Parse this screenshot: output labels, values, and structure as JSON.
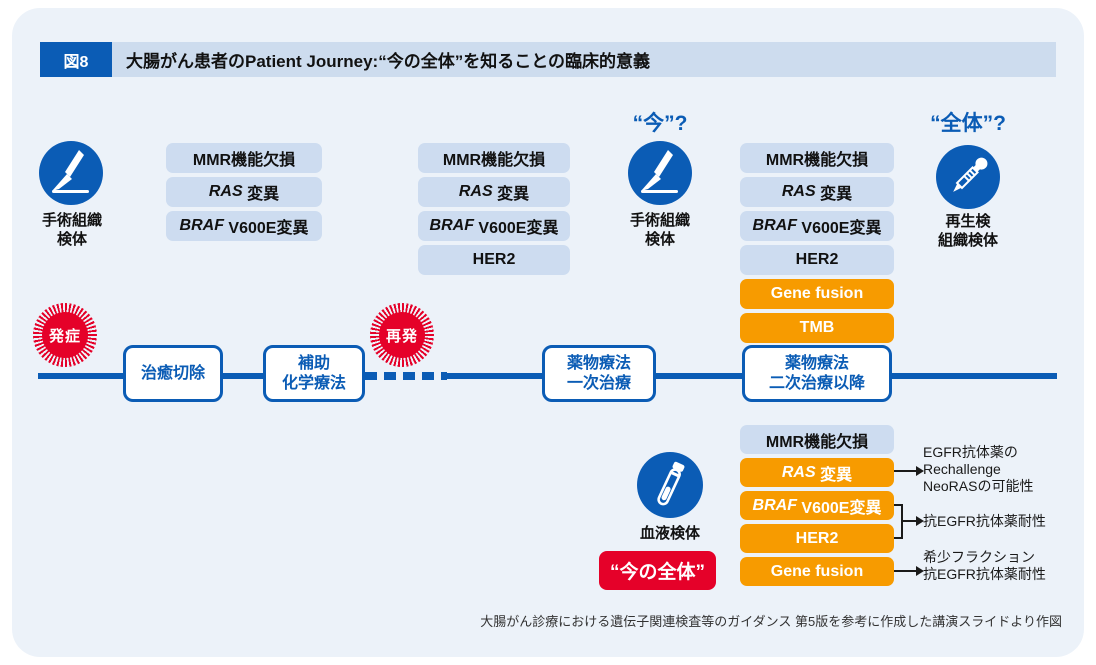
{
  "header": {
    "badge": "図8",
    "title": "大腸がん患者のPatient Journey:“今の全体”を知ることの臨床的意義"
  },
  "specimens": {
    "surgical1": {
      "label_line1": "手術組織",
      "label_line2": "検体"
    },
    "surgical2": {
      "question": "“今”?",
      "label_line1": "手術組織",
      "label_line2": "検体"
    },
    "rebiopsy": {
      "question": "“全体”?",
      "label_line1": "再生検",
      "label_line2": "組織検体"
    },
    "blood": {
      "label": "血液検体",
      "highlight": "“今の全体”"
    }
  },
  "markers": {
    "col1": [
      {
        "text": "MMR機能欠損"
      },
      {
        "gene": "RAS",
        "text": " 変異"
      },
      {
        "gene": "BRAF",
        "text": " V600E変異"
      }
    ],
    "col2": [
      {
        "text": "MMR機能欠損"
      },
      {
        "gene": "RAS",
        "text": " 変異"
      },
      {
        "gene": "BRAF",
        "text": " V600E変異"
      },
      {
        "text": "HER2"
      }
    ],
    "col3": [
      {
        "text": "MMR機能欠損"
      },
      {
        "gene": "RAS",
        "text": " 変異"
      },
      {
        "gene": "BRAF",
        "text": " V600E変異"
      },
      {
        "text": "HER2"
      },
      {
        "text": "Gene fusion"
      },
      {
        "text": "TMB"
      }
    ],
    "col4": [
      {
        "text": "MMR機能欠損"
      },
      {
        "gene": "RAS",
        "text": " 変異"
      },
      {
        "gene": "BRAF",
        "text": " V600E変異"
      },
      {
        "text": "HER2"
      },
      {
        "text": "Gene fusion"
      }
    ]
  },
  "timeline": {
    "burst_onset": "発症",
    "burst_relapse": "再発",
    "box1_line1": "治癒切除",
    "box2_line1": "補助",
    "box2_line2": "化学療法",
    "box3_line1": "薬物療法",
    "box3_line2": "一次治療",
    "box4_line1": "薬物療法",
    "box4_line2": "二次治療以降"
  },
  "annotations": {
    "ras_line1": "EGFR抗体薬の",
    "ras_line2": "Rechallenge",
    "ras_line3": "NeoRASの可能性",
    "braf_her2": "抗EGFR抗体薬耐性",
    "fusion_line1": "希少フラクション",
    "fusion_line2": "抗EGFR抗体薬耐性"
  },
  "caption": "大腸がん診療における遺伝子関連検査等のガイダンス 第5版を参考に作成した講演スライドより作図",
  "colors": {
    "primary_blue": "#0b5cb5",
    "card_bg": "#ecf2f9",
    "pill_blue": "#cddcf0",
    "orange": "#f79b00",
    "red": "#e50129"
  }
}
